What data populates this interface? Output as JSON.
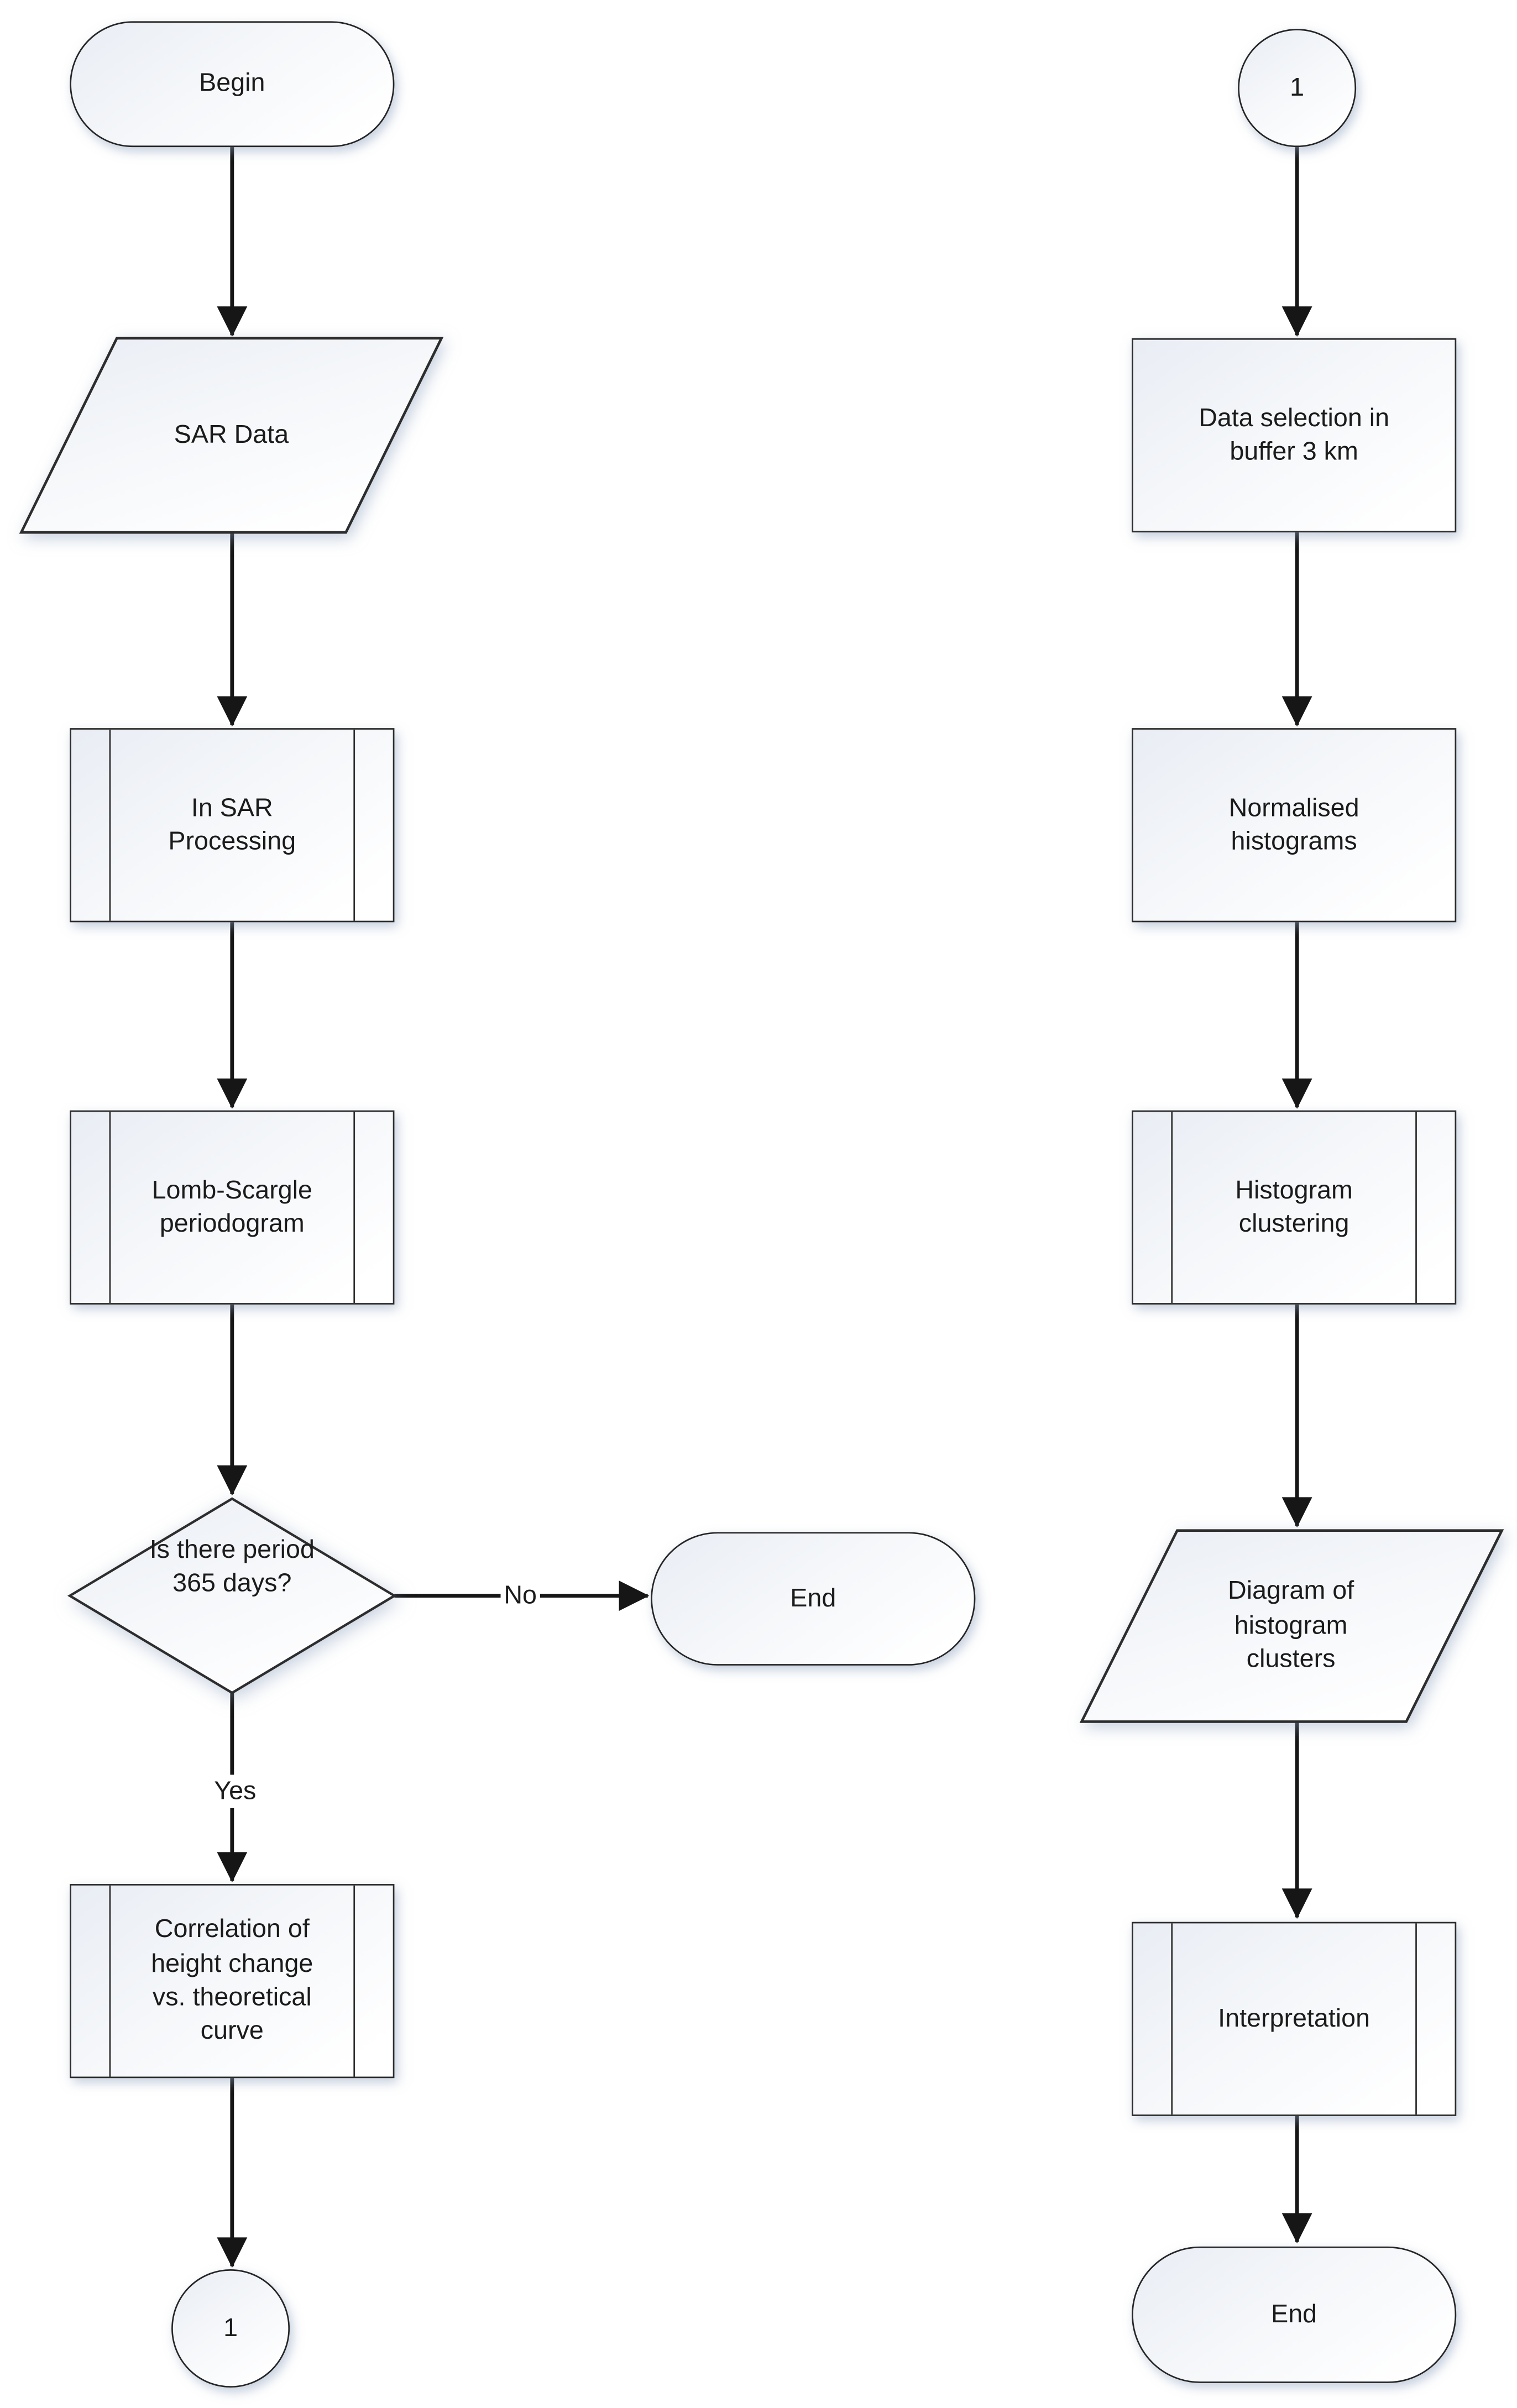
{
  "nodes": {
    "begin": {
      "label": "Begin",
      "type": "terminator"
    },
    "sar_data": {
      "label": "SAR Data",
      "type": "data"
    },
    "insar_processing": {
      "label": "In SAR\nProcessing",
      "type": "predefined-process"
    },
    "lomb_scargle": {
      "label": "Lomb-Scargle\nperiodogram",
      "type": "predefined-process"
    },
    "period_decision": {
      "label": "Is there period\n365 days?",
      "type": "decision"
    },
    "end_left": {
      "label": "End",
      "type": "terminator"
    },
    "correlation": {
      "label": "Correlation of\nheight change\nvs. theoretical\ncurve",
      "type": "predefined-process"
    },
    "connector_out": {
      "label": "1",
      "type": "connector"
    },
    "connector_in": {
      "label": "1",
      "type": "connector"
    },
    "data_selection": {
      "label": "Data selection in\nbuffer 3 km",
      "type": "process"
    },
    "normalised_histograms": {
      "label": "Normalised\nhistograms",
      "type": "process"
    },
    "histogram_clustering": {
      "label": "Histogram\nclustering",
      "type": "predefined-process"
    },
    "diagram_clusters": {
      "label": "Diagram of\nhistogram\nclusters",
      "type": "data"
    },
    "interpretation": {
      "label": "Interpretation",
      "type": "predefined-process"
    },
    "end_right": {
      "label": "End",
      "type": "terminator"
    }
  },
  "edge_labels": {
    "no": "No",
    "yes": "Yes"
  },
  "colors": {
    "stroke": "#2d2d2d",
    "line": "#161616",
    "fill_top": "#e9edf4",
    "fill_bottom": "#ffffff",
    "shadow": "rgba(140,160,190,0.5)",
    "text": "#1b1b1b",
    "background": "#ffffff"
  }
}
